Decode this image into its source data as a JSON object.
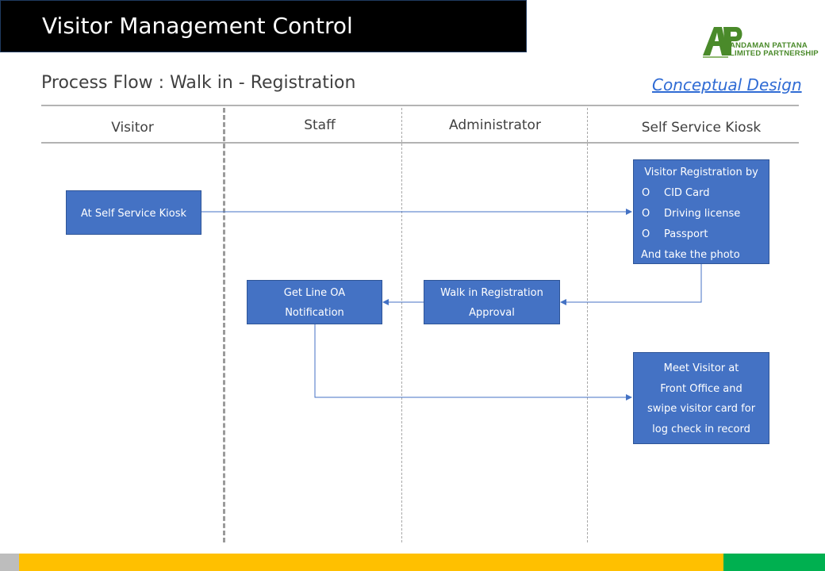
{
  "header": {
    "title": "Visitor Management Control"
  },
  "logo": {
    "line1": "ANDAMAN PATTANA",
    "line2": "LIMITED PARTNERSHIP",
    "color": "#4a8a2a"
  },
  "subtitle": "Process Flow : Walk in - Registration",
  "design_link": "Conceptual Design",
  "lanes": [
    "Visitor",
    "Staff",
    "Administrator",
    "Self Service Kiosk"
  ],
  "boxes": {
    "kiosk_start": {
      "label": "At Self Service Kiosk"
    },
    "registration": {
      "title": "Visitor Registration by",
      "bullet": "O",
      "options": [
        "CID Card",
        "Driving license",
        "Passport"
      ],
      "footer": "And take the photo"
    },
    "approval": {
      "line1": "Walk in Registration",
      "line2": "Approval"
    },
    "notification": {
      "line1": "Get Line OA",
      "line2": "Notification"
    },
    "meet": {
      "lines": [
        "Meet Visitor at",
        "Front Office and",
        "swipe visitor card for",
        "log check in record"
      ]
    }
  },
  "colors": {
    "box_fill": "#4472c4",
    "box_border": "#2f5597",
    "arrow": "#4472c4",
    "footer_yellow": "#ffc000",
    "footer_green": "#00b050"
  }
}
